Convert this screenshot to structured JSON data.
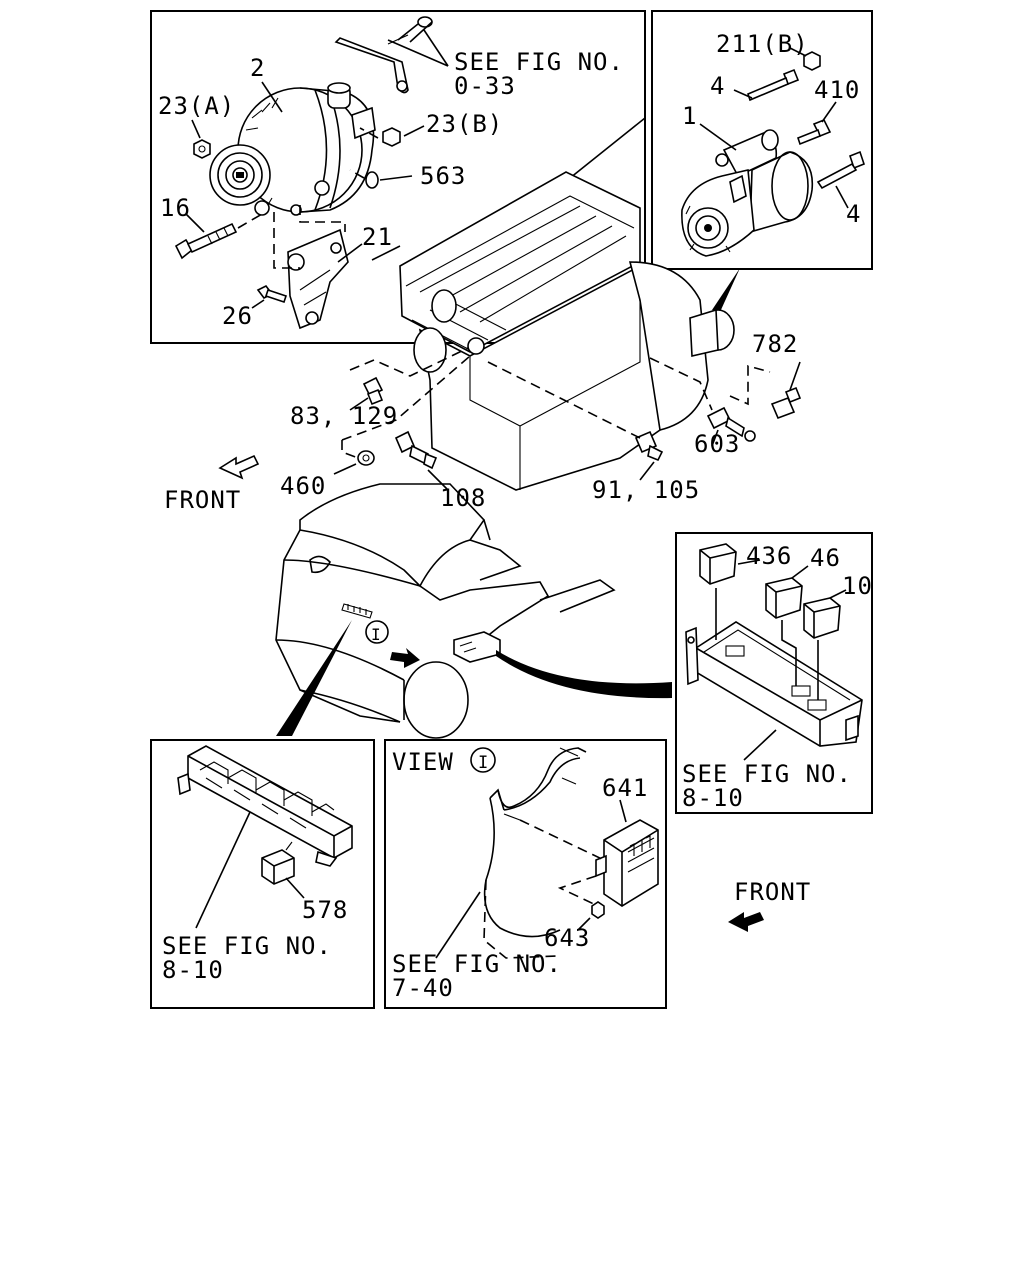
{
  "callouts": {
    "alternator": {
      "part_2": "2",
      "part_23a": "23(A)",
      "part_23b": "23(B)",
      "part_563": "563",
      "part_16": "16",
      "part_21": "21",
      "part_26": "26",
      "see_fig_line1": "SEE FIG NO.",
      "see_fig_line2": "0-33"
    },
    "starter": {
      "part_211b": "211(B)",
      "part_4_top": "4",
      "part_410": "410",
      "part_1": "1",
      "part_4_bottom": "4"
    },
    "engine": {
      "part_782": "782",
      "part_83_129": "83, 129",
      "part_603": "603",
      "part_460": "460",
      "part_108": "108",
      "part_91_105": "91, 105",
      "front_label": "FRONT"
    },
    "relay_box": {
      "part_436": "436",
      "part_46": "46",
      "part_10": "10",
      "see_fig_line1": "SEE FIG NO.",
      "see_fig_line2": "8-10"
    },
    "connector_panel": {
      "part_578": "578",
      "see_fig_line1": "SEE FIG NO.",
      "see_fig_line2": "8-10"
    },
    "view_panel": {
      "title": "VIEW",
      "view_marker": "I",
      "part_641": "641",
      "part_643": "643",
      "see_fig_line1": "SEE FIG NO.",
      "see_fig_line2": "7-40"
    },
    "truck_view_marker": "I",
    "front_label_bottom": "FRONT"
  }
}
